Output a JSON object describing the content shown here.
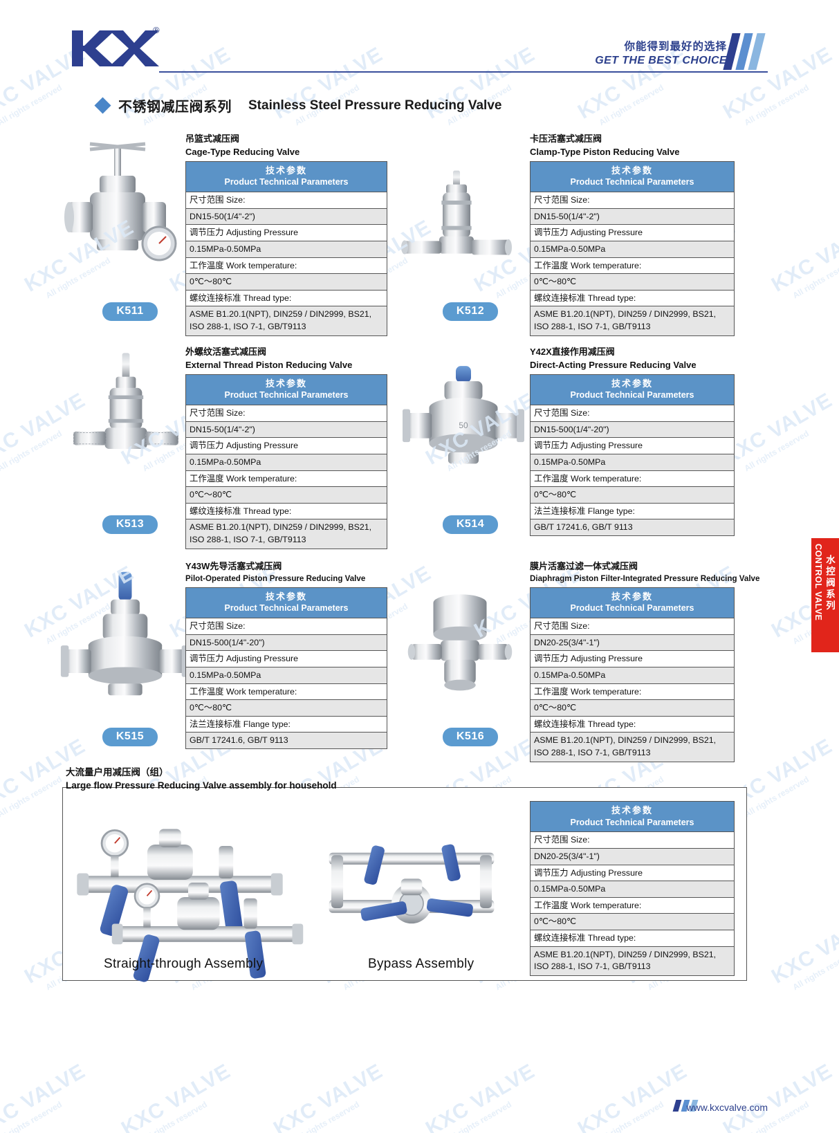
{
  "header": {
    "logo_text": "KXC",
    "registered_mark": "®",
    "tagline_cn": "你能得到最好的选择",
    "tagline_en": "GET THE BEST CHOICE"
  },
  "section": {
    "title_cn": "不锈钢减压阀系列",
    "title_en": "Stainless Steel  Pressure Reducing Valve"
  },
  "table_header": {
    "cn": "技术参数",
    "en": "Product Technical Parameters"
  },
  "products": [
    {
      "code": "K511",
      "title_cn": "吊篮式减压阀",
      "title_en": "Cage-Type Reducing Valve",
      "rows": [
        {
          "label": "尺寸范围  Size:",
          "value": "DN15-50(1/4\"-2\")"
        },
        {
          "label": "调节压力  Adjusting Pressure",
          "value": "0.15MPa-0.50MPa"
        },
        {
          "label": "工作温度  Work temperature:",
          "value": " 0℃～80℃"
        },
        {
          "label": "螺纹连接标准  Thread type:",
          "value": "ASME B1.20.1(NPT), DIN259 / DIN2999, BS21, ISO 288-1, ISO 7-1, GB/T9113"
        }
      ]
    },
    {
      "code": "K512",
      "title_cn": "卡压活塞式减压阀",
      "title_en": "Clamp-Type Piston Reducing Valve",
      "rows": [
        {
          "label": "尺寸范围  Size:",
          "value": "DN15-50(1/4\"-2\")"
        },
        {
          "label": "调节压力  Adjusting Pressure",
          "value": "0.15MPa-0.50MPa"
        },
        {
          "label": "工作温度  Work temperature:",
          "value": " 0℃～80℃"
        },
        {
          "label": "螺纹连接标准  Thread type:",
          "value": "ASME B1.20.1(NPT), DIN259 / DIN2999, BS21, ISO 288-1, ISO 7-1, GB/T9113"
        }
      ]
    },
    {
      "code": "K513",
      "title_cn": "外螺纹活塞式减压阀",
      "title_en": "External Thread Piston Reducing Valve",
      "rows": [
        {
          "label": "尺寸范围  Size:",
          "value": "DN15-50(1/4\"-2\")"
        },
        {
          "label": "调节压力  Adjusting Pressure",
          "value": "0.15MPa-0.50MPa"
        },
        {
          "label": "工作温度  Work temperature:",
          "value": " 0℃～80℃"
        },
        {
          "label": "螺纹连接标准  Thread type:",
          "value": "ASME B1.20.1(NPT), DIN259 / DIN2999, BS21, ISO 288-1, ISO 7-1, GB/T9113"
        }
      ]
    },
    {
      "code": "K514",
      "title_cn": "Y42X直接作用减压阀",
      "title_en": "Direct-Acting Pressure Reducing Valve",
      "rows": [
        {
          "label": "尺寸范围  Size:",
          "value": "DN15-500(1/4\"-20\")"
        },
        {
          "label": "调节压力  Adjusting Pressure",
          "value": "0.15MPa-0.50MPa"
        },
        {
          "label": "工作温度  Work temperature:",
          "value": " 0℃～80℃"
        },
        {
          "label": "法兰连接标准  Flange type:",
          "value": "GB/T 17241.6, GB/T 9113"
        }
      ]
    },
    {
      "code": "K515",
      "title_cn": "Y43W先导活塞式减压阀",
      "title_en": "Pilot-Operated Piston Pressure Reducing Valve",
      "rows": [
        {
          "label": "尺寸范围  Size:",
          "value": "DN15-500(1/4\"-20\")"
        },
        {
          "label": "调节压力  Adjusting Pressure",
          "value": "0.15MPa-0.50MPa"
        },
        {
          "label": "工作温度  Work temperature:",
          "value": " 0℃～80℃"
        },
        {
          "label": "法兰连接标准  Flange type:",
          "value": "GB/T 17241.6, GB/T 9113"
        }
      ]
    },
    {
      "code": "K516",
      "title_cn": "膜片活塞过滤一体式减压阀",
      "title_en": "Diaphragm Piston Filter-Integrated Pressure Reducing Valve",
      "rows": [
        {
          "label": "尺寸范围  Size:",
          "value": "DN20-25(3/4\"-1\")"
        },
        {
          "label": "调节压力  Adjusting Pressure",
          "value": "0.15MPa-0.50MPa"
        },
        {
          "label": "工作温度  Work temperature:",
          "value": " 0℃～80℃"
        },
        {
          "label": "螺纹连接标准  Thread type:",
          "value": "ASME B1.20.1(NPT), DIN259 / DIN2999, BS21, ISO 288-1, ISO 7-1, GB/T9113"
        }
      ]
    }
  ],
  "assembly": {
    "title_cn": "大流量户用减压阀（组）",
    "title_en": "Large flow Pressure Reducing Valve assembly for household",
    "caption_left": "Straight-through Assembly",
    "caption_right": "Bypass Assembly",
    "rows": [
      {
        "label": "尺寸范围  Size:",
        "value": "DN20-25(3/4\"-1\")"
      },
      {
        "label": "调节压力  Adjusting Pressure",
        "value": "0.15MPa-0.50MPa"
      },
      {
        "label": "工作温度  Work temperature:",
        "value": " 0℃～80℃"
      },
      {
        "label": "螺纹连接标准  Thread type:",
        "value": "ASME B1.20.1(NPT), DIN259 / DIN2999, BS21, ISO 288-1, ISO 7-1, GB/T9113"
      }
    ]
  },
  "side_tab": {
    "en": "CONTROL VALVE",
    "cn": "水控阀系列"
  },
  "footer": {
    "website": "www.kxcvalve.com"
  },
  "watermark": {
    "brand": "KXC VALVE",
    "note": "All rights reserved"
  },
  "colors": {
    "brand_blue": "#2d3f8f",
    "table_header_blue": "#5b93c7",
    "badge_blue": "#5b9bd0",
    "side_tab_red": "#e1251b",
    "row_gray": "#e6e6e6"
  }
}
